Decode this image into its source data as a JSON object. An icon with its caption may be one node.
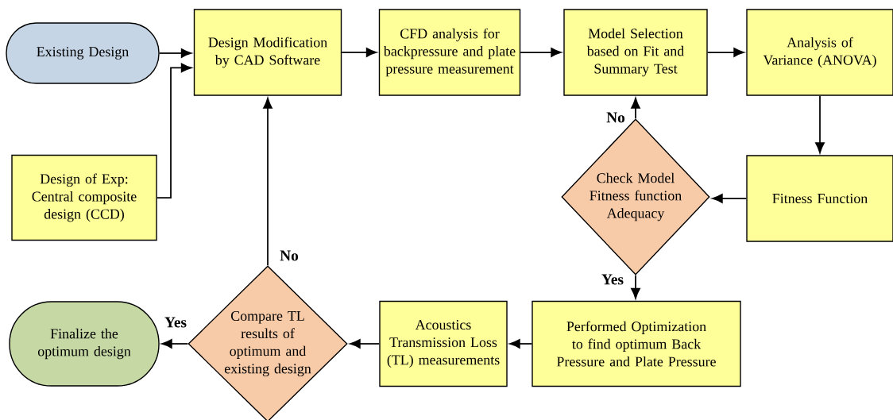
{
  "diagram": {
    "nodes": [
      {
        "text": [
          "Existing Design"
        ]
      },
      {
        "text": [
          "Design Modification by CAD Software"
        ]
      },
      {
        "text": [
          "CFD analysis for backpressure and plate pressure measurement"
        ]
      },
      {
        "text": [
          "Model Selection based on Fit and Summary Test"
        ]
      },
      {
        "text": [
          "Analysis of Variance (ANOVA)"
        ]
      },
      {
        "text": [
          "Design of Exp: Central composite design (CCD)"
        ]
      },
      {
        "text": [
          "Check Model Fitness function Adequacy"
        ]
      },
      {
        "text": [
          "Fitness Function"
        ]
      },
      {
        "text": [
          "Performed Optimization to find optimum Back Pressure and Plate Pressure"
        ]
      },
      {
        "text": [
          "Acoustics Transmission Loss (TL) measurements"
        ]
      },
      {
        "text": [
          "Compare TL results of optimum and existing design"
        ]
      },
      {
        "text": [
          "Finalize the optimum design"
        ]
      }
    ],
    "edges": [
      {
        "from": 0,
        "to": 1,
        "arrow": "to"
      },
      {
        "from": 5,
        "to": 1,
        "arrow": "to"
      },
      {
        "from": 1,
        "to": 2,
        "arrow": "to"
      },
      {
        "from": 2,
        "to": 3,
        "arrow": "to"
      },
      {
        "from": 3,
        "to": 4,
        "arrow": "to"
      },
      {
        "from": 4,
        "to": 7,
        "arrow": "to"
      },
      {
        "from": 7,
        "to": 6,
        "arrow": "to"
      },
      {
        "from": 6,
        "to": 3,
        "arrow": "to",
        "label": "No"
      },
      {
        "from": 6,
        "to": 8,
        "arrow": "to",
        "label": "Yes"
      },
      {
        "from": 8,
        "to": 9,
        "arrow": "to"
      },
      {
        "from": 9,
        "to": 10,
        "arrow": "to"
      },
      {
        "from": 10,
        "to": 11,
        "arrow": "to",
        "label": "Yes"
      },
      {
        "from": 10,
        "to": 1,
        "arrow": "to",
        "label": "No"
      }
    ]
  }
}
